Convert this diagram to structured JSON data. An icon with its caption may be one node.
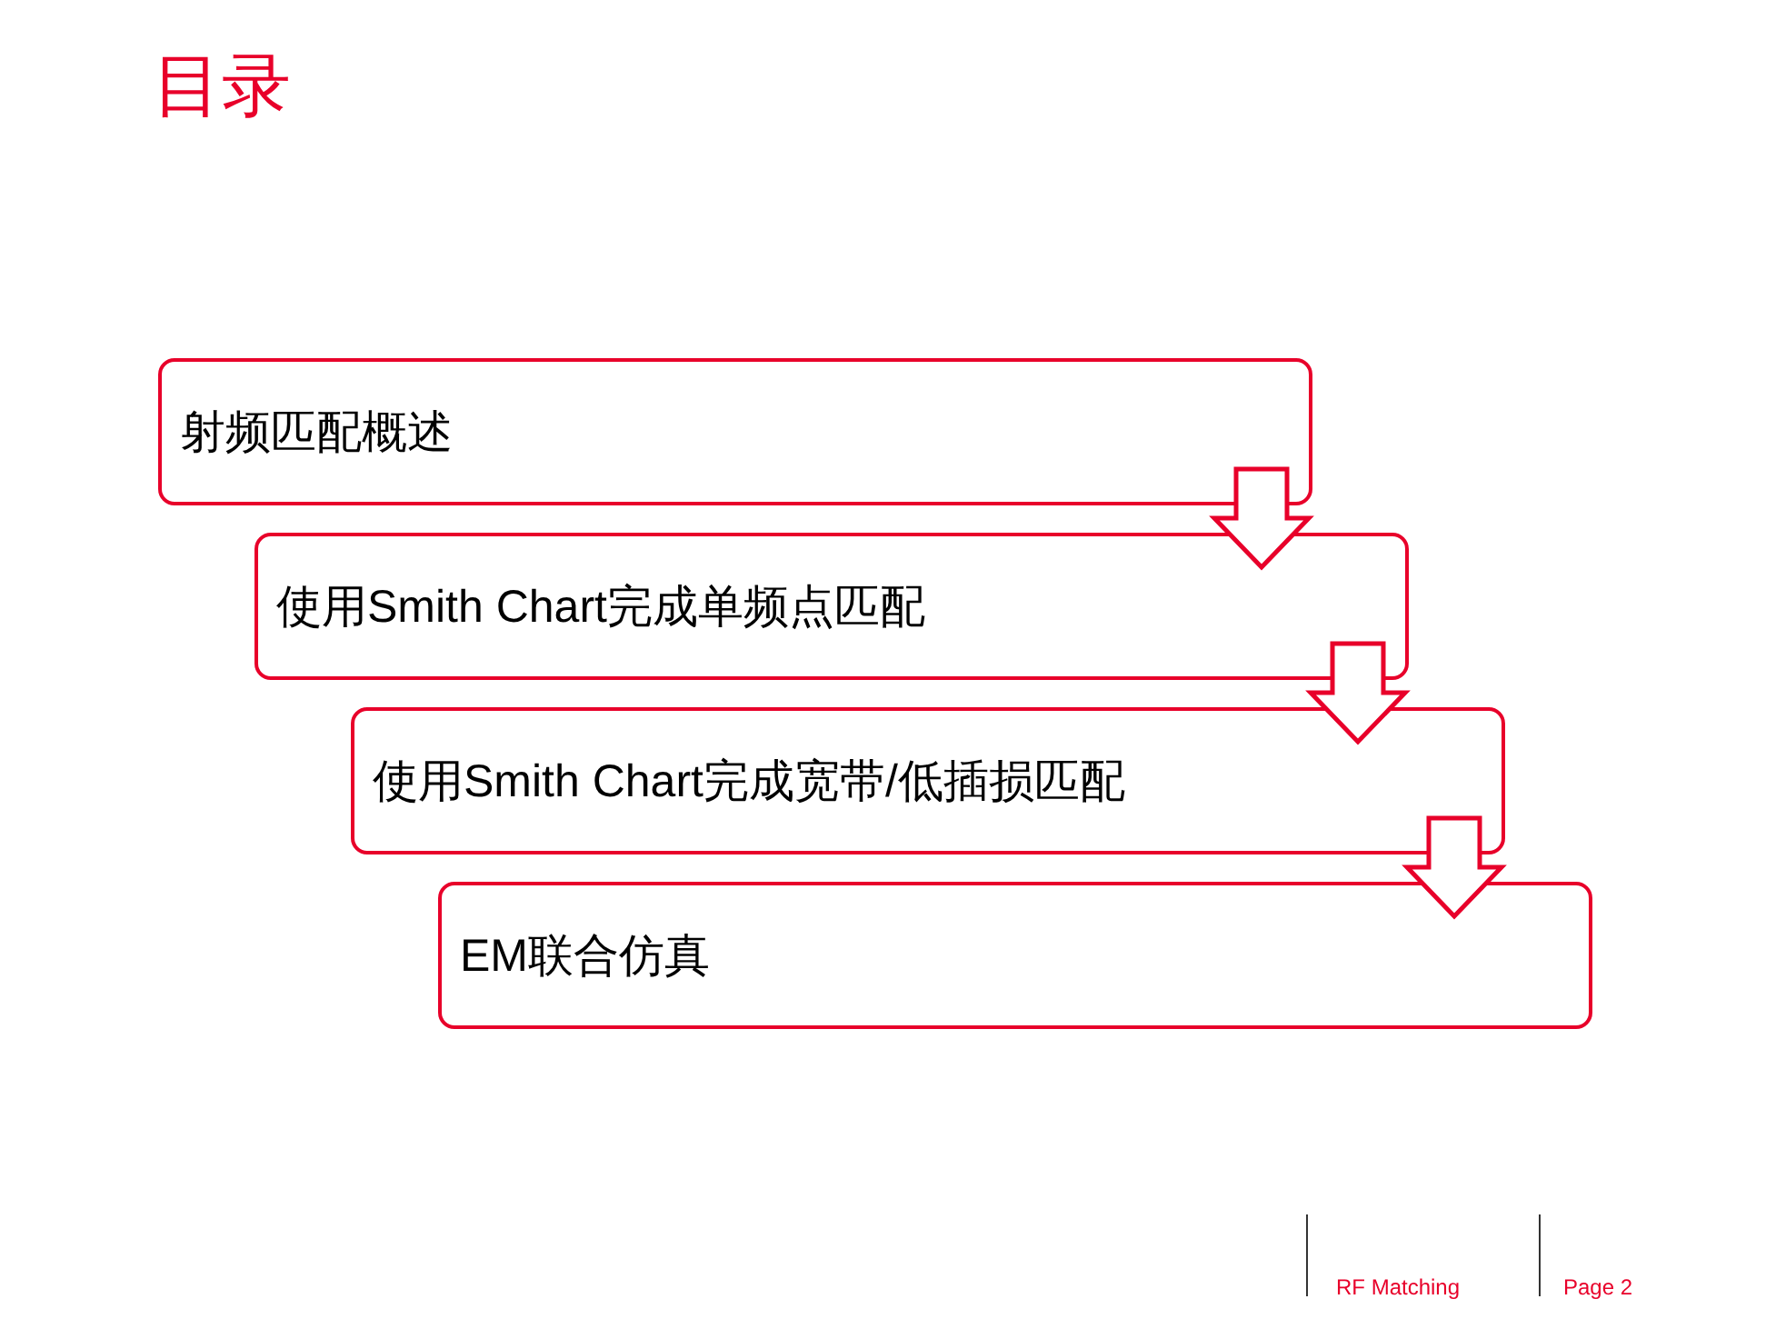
{
  "diagram": {
    "title": "目录",
    "nodes": [
      {
        "text": [
          "射频匹配概述"
        ]
      },
      {
        "text": [
          "使用Smith Chart完成单频点匹配"
        ]
      },
      {
        "text": [
          "使用Smith Chart完成宽带/低插损匹配"
        ]
      },
      {
        "text": [
          "EM联合仿真"
        ]
      }
    ],
    "edges": [
      {
        "from": 0,
        "to": 1,
        "arrow": "to"
      },
      {
        "from": 1,
        "to": 2,
        "arrow": "to"
      },
      {
        "from": 2,
        "to": 3,
        "arrow": "to"
      }
    ],
    "labels": [
      "RF Matching",
      "Page 2"
    ]
  }
}
